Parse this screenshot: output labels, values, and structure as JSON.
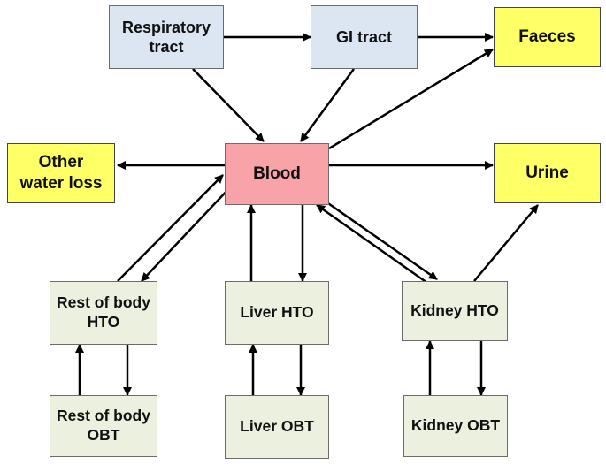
{
  "nodes": {
    "respiratory_tract": "Respiratory\ntract",
    "gi_tract": "GI tract",
    "faeces": "Faeces",
    "other_water_loss": "Other\nwater loss",
    "blood": "Blood",
    "urine": "Urine",
    "rest_of_body_hto": "Rest of body\nHTO",
    "liver_hto": "Liver HTO",
    "kidney_hto": "Kidney HTO",
    "rest_of_body_obt": "Rest of body\nOBT",
    "liver_obt": "Liver OBT",
    "kidney_obt": "Kidney OBT"
  },
  "edges": [
    {
      "from": "respiratory_tract",
      "to": "gi_tract"
    },
    {
      "from": "gi_tract",
      "to": "faeces"
    },
    {
      "from": "respiratory_tract",
      "to": "blood"
    },
    {
      "from": "gi_tract",
      "to": "blood"
    },
    {
      "from": "blood",
      "to": "faeces"
    },
    {
      "from": "blood",
      "to": "other_water_loss"
    },
    {
      "from": "blood",
      "to": "urine"
    },
    {
      "from": "rest_of_body_hto",
      "to": "blood"
    },
    {
      "from": "blood",
      "to": "rest_of_body_hto"
    },
    {
      "from": "liver_hto",
      "to": "blood"
    },
    {
      "from": "blood",
      "to": "liver_hto"
    },
    {
      "from": "kidney_hto",
      "to": "blood"
    },
    {
      "from": "blood",
      "to": "kidney_hto"
    },
    {
      "from": "kidney_hto",
      "to": "urine"
    },
    {
      "from": "rest_of_body_obt",
      "to": "rest_of_body_hto"
    },
    {
      "from": "rest_of_body_hto",
      "to": "rest_of_body_obt"
    },
    {
      "from": "liver_obt",
      "to": "liver_hto"
    },
    {
      "from": "liver_hto",
      "to": "liver_obt"
    },
    {
      "from": "kidney_obt",
      "to": "kidney_hto"
    },
    {
      "from": "kidney_hto",
      "to": "kidney_obt"
    }
  ],
  "colors": {
    "source_box": "#dce6f2",
    "excretion_box": "#ffff66",
    "blood_box": "#f7a3a8",
    "tissue_box": "#ebf1de",
    "arrow": "#000000"
  }
}
